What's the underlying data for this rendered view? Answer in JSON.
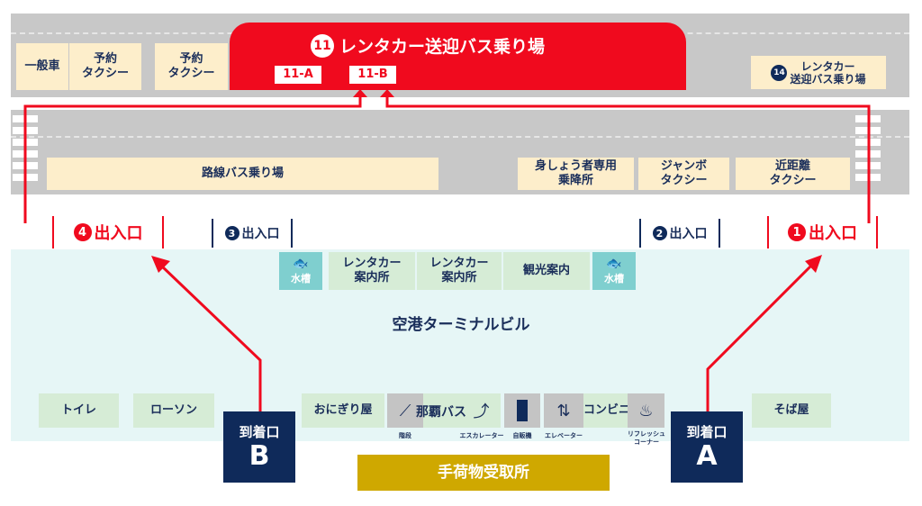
{
  "upper_road": {
    "general_car": "一般車",
    "reserved_taxi_1": [
      "予約",
      "タクシー"
    ],
    "reserved_taxi_2": [
      "予約",
      "タクシー"
    ],
    "rental_shuttle": {
      "number": "11",
      "title": "レンタカー送迎バス乗り場",
      "stop_a": "11-A",
      "stop_b": "11-B"
    },
    "rental_shuttle_14": {
      "number": "14",
      "lines": [
        "レンタカー",
        "送迎バス乗り場"
      ]
    }
  },
  "lower_road": {
    "route_bus": "路線バス乗り場",
    "disabled": [
      "身しょう者専用",
      "乗降所"
    ],
    "jumbo_taxi": [
      "ジャンボ",
      "タクシー"
    ],
    "short_taxi": [
      "近距離",
      "タクシー"
    ]
  },
  "entrances": [
    {
      "number": "4",
      "label": "出入口"
    },
    {
      "number": "3",
      "label": "出入口"
    },
    {
      "number": "2",
      "label": "出入口"
    },
    {
      "number": "1",
      "label": "出入口"
    }
  ],
  "terminal": {
    "name": "空港ターミナルビル",
    "top": [
      {
        "label": "水槽"
      },
      {
        "label": [
          "レンタカー",
          "案内所"
        ]
      },
      {
        "label": [
          "レンタカー",
          "案内所"
        ]
      },
      {
        "label": "観光案内"
      },
      {
        "label": "水槽"
      }
    ],
    "bottom": {
      "toilet": "トイレ",
      "lawson": "ローソン",
      "onigiri": "おにぎり屋",
      "stairs": "階段",
      "naha_bus": "那覇バス",
      "escalator": "エスカレーター",
      "vending": "自販機",
      "elevator": "エレベーター",
      "convenience": "コンビニ",
      "refresh": [
        "リフレッシュ",
        "コーナー"
      ],
      "soba": "そば屋"
    },
    "arrival_b": {
      "label": "到着口",
      "letter": "B"
    },
    "arrival_a": {
      "label": "到着口",
      "letter": "A"
    },
    "baggage": "手荷物受取所"
  },
  "colors": {
    "red": "#f00a1e",
    "navy": "#0f2a5a",
    "gold": "#cfa800",
    "cyan": "#e6f6f6"
  }
}
